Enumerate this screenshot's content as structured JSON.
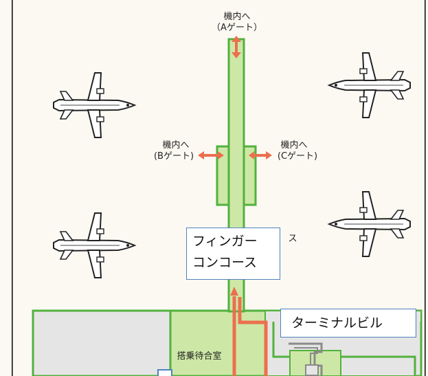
{
  "labels": {
    "gate_a": [
      "機内へ",
      "（Aゲート）"
    ],
    "gate_b": [
      "機内へ",
      "(Bゲート)"
    ],
    "gate_c": [
      "機内へ",
      "(Cゲート)"
    ],
    "waiting_room": "搭乗待合室",
    "partial_mark": "ス"
  },
  "callouts": {
    "finger_concourse": "フィンガー\nコンコース",
    "terminal_building": "ターミナルビル"
  },
  "colors": {
    "background": "#fbf9f2",
    "concourse_fill": "#cde8a6",
    "concourse_stroke": "#52b13d",
    "arrow_orange": "#ec6f4e",
    "building_gray": "#e5e5e5",
    "callout_border": "#4f81bd"
  },
  "icons": {
    "aircraft": "airplane-icon",
    "gate_arrow": "double-arrow-icon"
  }
}
